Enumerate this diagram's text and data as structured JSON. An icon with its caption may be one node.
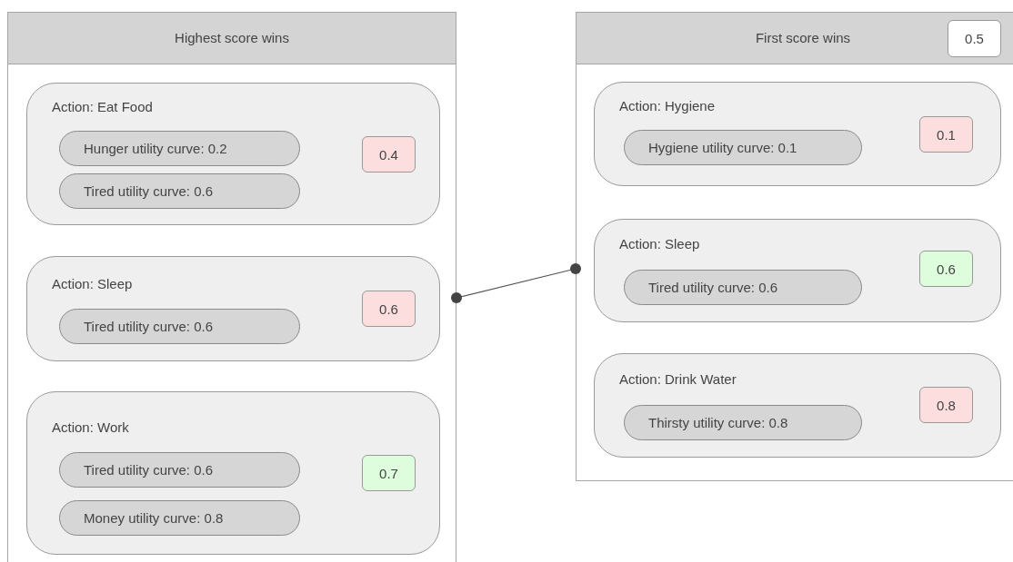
{
  "diagram": {
    "nodes": [
      {
        "text": [
          "Highest score wins"
        ]
      },
      {
        "text": [
          "Action: Eat Food"
        ],
        "in": 0
      },
      {
        "text": [
          "Hunger utility curve: 0.2"
        ],
        "in": 1
      },
      {
        "text": [
          "Tired utility curve: 0.6"
        ],
        "in": 1
      },
      {
        "text": [
          "0.4"
        ],
        "in": 1
      },
      {
        "text": [
          "Action: Sleep"
        ],
        "in": 0
      },
      {
        "text": [
          "Tired utility curve: 0.6"
        ],
        "in": 5
      },
      {
        "text": [
          "0.6"
        ],
        "in": 5
      },
      {
        "text": [
          "Action: Work"
        ],
        "in": 0
      },
      {
        "text": [
          "Tired utility curve: 0.6"
        ],
        "in": 8
      },
      {
        "text": [
          "Money utility curve: 0.8"
        ],
        "in": 8
      },
      {
        "text": [
          "0.7"
        ],
        "in": 8
      },
      {
        "text": [
          "First score wins"
        ]
      },
      {
        "text": [
          "0.5"
        ],
        "in": 12
      },
      {
        "text": [
          "Action: Hygiene"
        ],
        "in": 12
      },
      {
        "text": [
          "Hygiene utility curve: 0.1"
        ],
        "in": 14
      },
      {
        "text": [
          "0.1"
        ],
        "in": 14
      },
      {
        "text": [
          "Action: Sleep"
        ],
        "in": 12
      },
      {
        "text": [
          "Tired utility curve: 0.6"
        ],
        "in": 17
      },
      {
        "text": [
          "0.6"
        ],
        "in": 17
      },
      {
        "text": [
          "Action: Drink Water"
        ],
        "in": 12
      },
      {
        "text": [
          "Thirsty utility curve: 0.8"
        ],
        "in": 20
      },
      {
        "text": [
          "0.8"
        ],
        "in": 20
      }
    ],
    "edges": [
      {
        "from": 0,
        "to": 12,
        "arrow": "other"
      }
    ]
  }
}
